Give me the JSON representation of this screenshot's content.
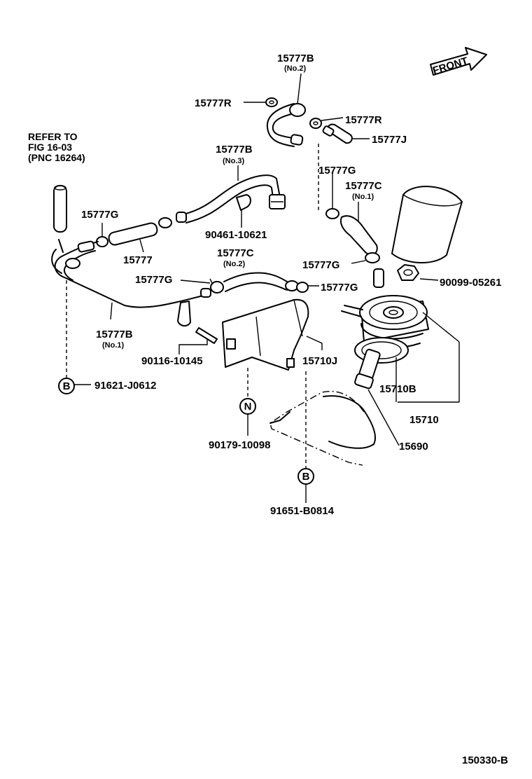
{
  "figure_code": "150330-B",
  "front_label": "FRONT",
  "refer_note": [
    "REFER TO",
    "FIG 16-03",
    "(PNC 16264)"
  ],
  "part_labels": {
    "p15777B_no2": "15777B",
    "p15777B_no2_sub": "(No.2)",
    "p15777R_left": "15777R",
    "p15777R_right": "15777R",
    "p15777J": "15777J",
    "p15777B_no3": "15777B",
    "p15777B_no3_sub": "(No.3)",
    "p15777G_right_top": "15777G",
    "p15777C_no1": "15777C",
    "p15777C_no1_sub": "(No.1)",
    "p15777G_left": "15777G",
    "p15777": "15777",
    "p90461": "90461-10621",
    "p15777C_no2": "15777C",
    "p15777C_no2_sub": "(No.2)",
    "p15777G_mid_left": "15777G",
    "p15777G_mid_right": "15777G",
    "p15777G_filter": "15777G",
    "p90099": "90099-05261",
    "p15777B_no1": "15777B",
    "p15777B_no1_sub": "(No.1)",
    "p90116": "90116-10145",
    "p15710J": "15710J",
    "p15710B": "15710B",
    "p15710": "15710",
    "p15690": "15690",
    "p91621": "91621-J0612",
    "p90179": "90179-10098",
    "p91651": "91651-B0814"
  },
  "callouts": {
    "b_left": "B",
    "n_mid": "N",
    "b_bottom": "B"
  }
}
